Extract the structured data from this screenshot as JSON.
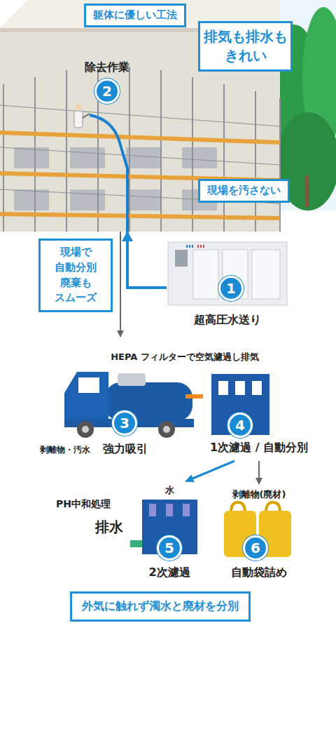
{
  "diagram": {
    "nodes": [
      {
        "text": [
          "躯体に優しい工法"
        ]
      },
      {
        "text": [
          "排気も排水も きれい"
        ]
      },
      {
        "text": [
          "除去作業",
          "2"
        ]
      },
      {
        "text": [
          "現場を汚さない"
        ]
      },
      {
        "text": [
          "現場で 自動分別 廃棄も スムーズ"
        ]
      },
      {
        "text": [
          "1",
          "超高圧水送り"
        ]
      },
      {
        "text": [
          "3",
          "剥離物・汚水",
          "強力吸引"
        ]
      },
      {
        "text": [
          "4",
          "1次濾過 / 自動分別"
        ]
      },
      {
        "text": [
          "水",
          "5",
          "2次濾過"
        ]
      },
      {
        "text": [
          "剥離物(廃材)",
          "6",
          "自動袋詰め"
        ]
      },
      {
        "text": [
          "外気に触れず濁水と廃材を分別"
        ]
      }
    ],
    "edges": [
      {
        "from": 5,
        "to": 2,
        "arrow": "to"
      },
      {
        "from": 2,
        "to": 6,
        "arrow": "to"
      },
      {
        "from": 6,
        "to": 7,
        "arrow": "none"
      },
      {
        "from": 7,
        "to": 8,
        "arrow": "to"
      },
      {
        "from": 7,
        "to": 9,
        "arrow": "to"
      }
    ],
    "labels": [
      "HEPA フィルターで空気濾過し排気",
      "PH中和処理",
      "排水"
    ]
  }
}
